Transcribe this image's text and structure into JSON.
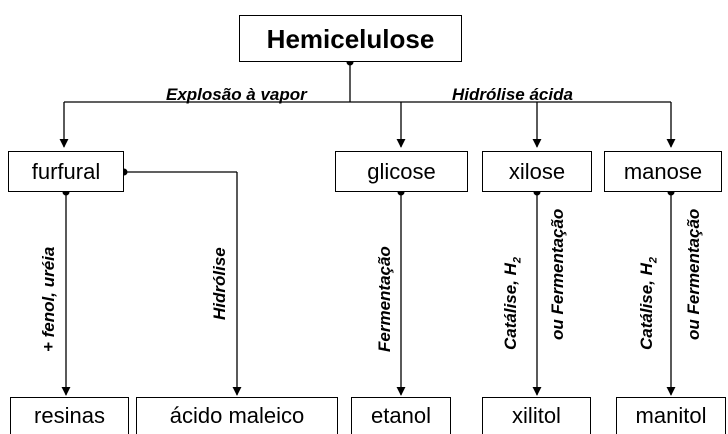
{
  "root": "Hemicelulose",
  "branch_labels": {
    "left": "Explosão à vapor",
    "right": "Hidrólise ácida"
  },
  "intermediates": {
    "furfural": "furfural",
    "glicose": "glicose",
    "xilose": "xilose",
    "manose": "manose"
  },
  "process_labels": {
    "fenol": "+ fenol, uréia",
    "hidrolise": "Hidrólise",
    "fermentacao": "Fermentação",
    "xilose_catalise": "Catálise, H",
    "xilose_catalise_sub": "2",
    "xilose_ferm": "ou Fermentação",
    "manose_catalise": "Catálise, H",
    "manose_catalise_sub": "2",
    "manose_ferm": "ou Fermentação"
  },
  "products": {
    "resinas": "resinas",
    "acido_maleico": "ácido maleico",
    "etanol": "etanol",
    "xilitol": "xilitol",
    "manitol": "manitol"
  }
}
